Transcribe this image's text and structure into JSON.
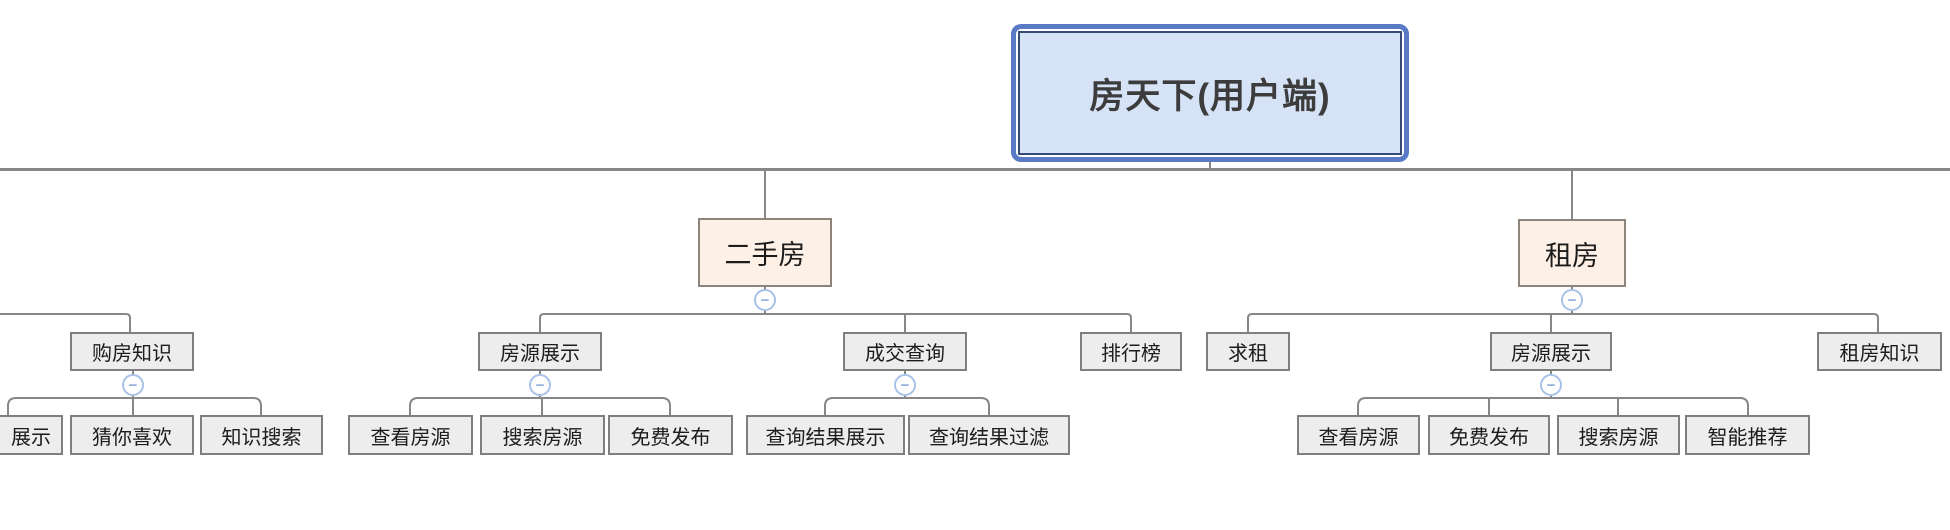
{
  "colors": {
    "canvas_bg": "#ffffff",
    "connector_line": "#878787",
    "root_fill": "#d6e3f7",
    "root_border_outer": "#5b7ac6",
    "root_border_inner": "#344a73",
    "branch_fill": "#fdf0e7",
    "branch_border": "#8d857b",
    "node_fill": "#ededed",
    "node_border": "#7f7f7f",
    "node_text": "#1c1c1c",
    "collapse_border": "#a8c2e8",
    "collapse_glyph_color": "#8fafdb"
  },
  "mindmap": {
    "root": {
      "label": "房天下(用户端)"
    },
    "branches": [
      {
        "label": "二手房",
        "children": [
          {
            "label": "房源展示",
            "children": [
              {
                "label": "查看房源"
              },
              {
                "label": "搜索房源"
              },
              {
                "label": "免费发布"
              }
            ]
          },
          {
            "label": "成交查询",
            "children": [
              {
                "label": "查询结果展示"
              },
              {
                "label": "查询结果过滤"
              }
            ]
          },
          {
            "label": "排行榜",
            "children": []
          }
        ]
      },
      {
        "label": "租房",
        "children": [
          {
            "label": "求租",
            "children": []
          },
          {
            "label": "房源展示",
            "children": [
              {
                "label": "查看房源"
              },
              {
                "label": "免费发布"
              },
              {
                "label": "搜索房源"
              },
              {
                "label": "智能推荐"
              }
            ]
          },
          {
            "label": "租房知识",
            "children": []
          }
        ]
      }
    ],
    "offscreen_left_branch": {
      "children": [
        {
          "label": "购房知识",
          "children": [
            {
              "label": "展示"
            },
            {
              "label": "猜你喜欢"
            },
            {
              "label": "知识搜索"
            }
          ]
        }
      ]
    },
    "collapse_button_glyph": "−"
  }
}
